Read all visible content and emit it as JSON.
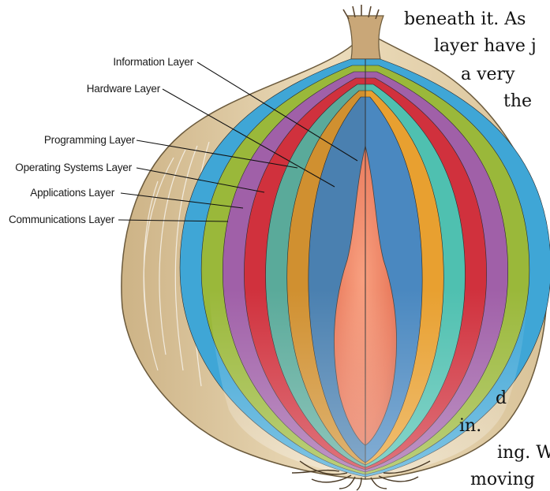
{
  "diagram": {
    "layers": [
      {
        "label": "Information Layer"
      },
      {
        "label": "Hardware Layer"
      },
      {
        "label": "Programming Layer"
      },
      {
        "label": "Operating Systems Layer"
      },
      {
        "label": "Applications Layer"
      },
      {
        "label": "Communications Layer"
      }
    ],
    "colors": {
      "skin": "#e7d6b3",
      "skin_dark": "#c8ad7f",
      "core": "#f08060",
      "bands_right": [
        "#3fa6d6",
        "#9ab83a",
        "#a060a8",
        "#d0313d",
        "#4fc0b0",
        "#e8a030",
        "#4a88c0"
      ],
      "bands_left": [
        "#3fa6d6",
        "#9ab83a",
        "#a060a8",
        "#d0313d",
        "#5aaa9a",
        "#d09030",
        "#4a80b0"
      ]
    }
  },
  "body_text": {
    "line1": "beneath it. As",
    "line2": "layer have j",
    "line3": "a very",
    "line4": "the",
    "line5": "d",
    "line6": "in.",
    "line7": "ing. W",
    "line8": "moving"
  }
}
